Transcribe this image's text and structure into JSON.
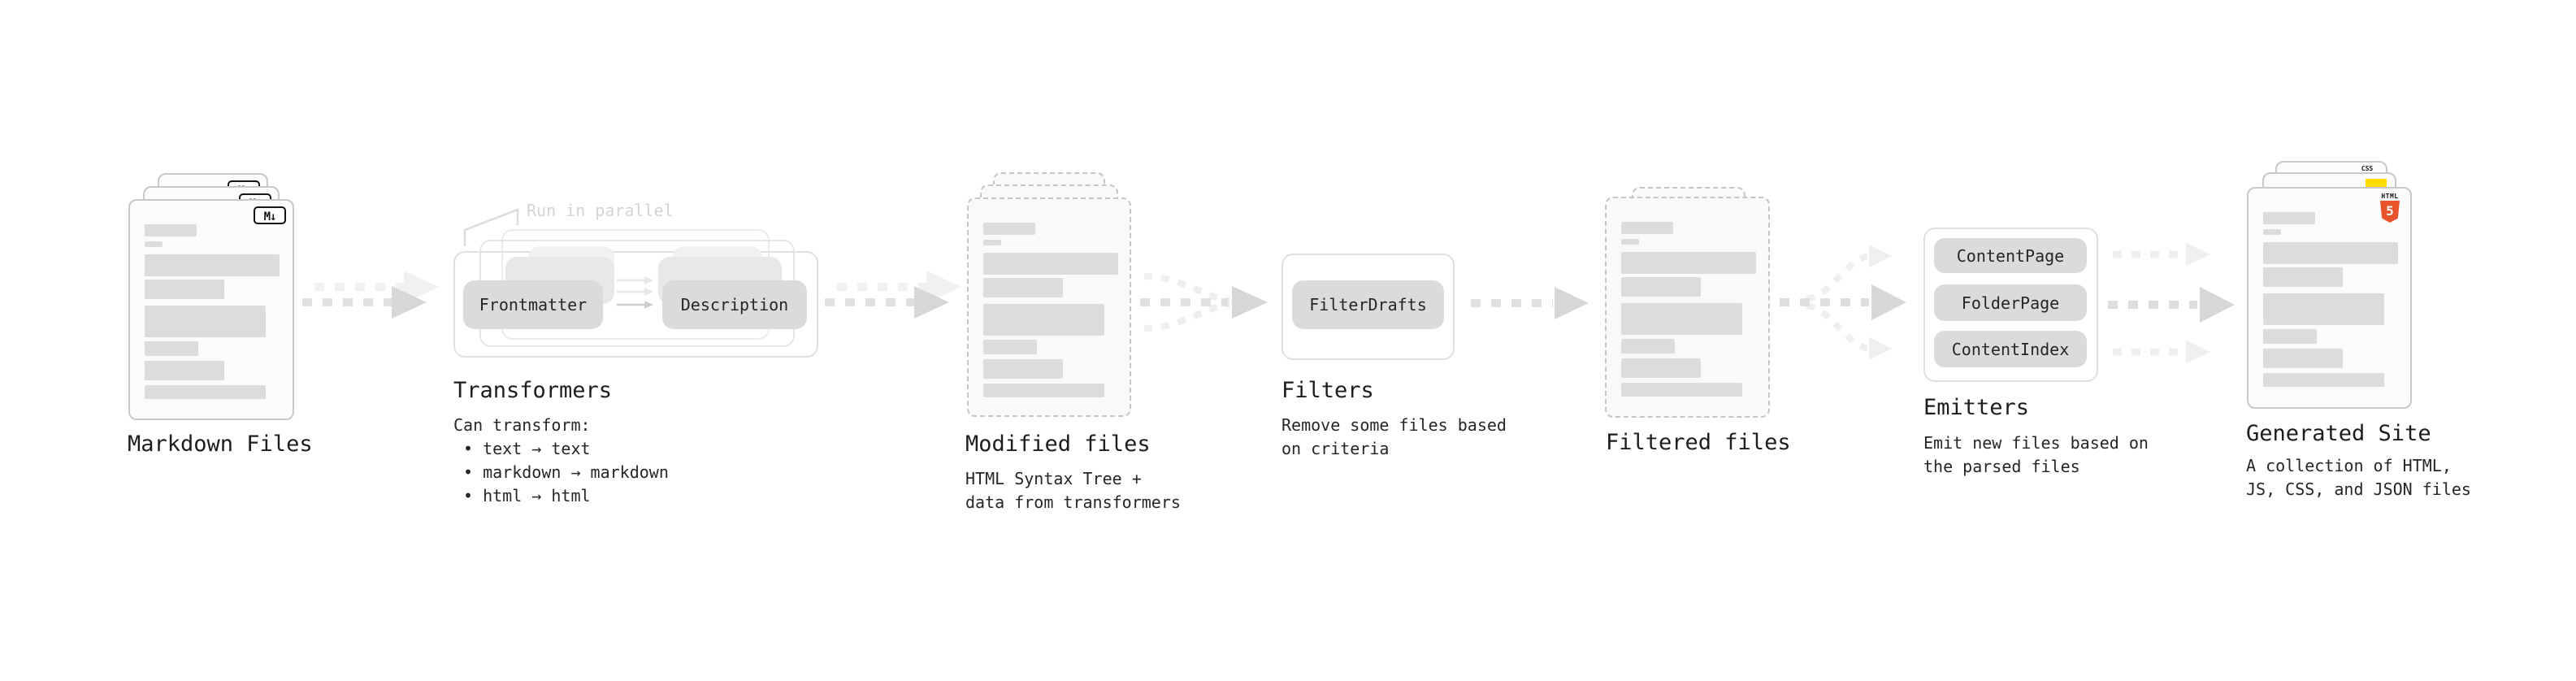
{
  "diagram": {
    "stages": {
      "markdown_files": {
        "title": "Markdown Files",
        "file_icon": "M↓"
      },
      "transformers": {
        "title": "Transformers",
        "parallel_note": "Run in parallel",
        "pill_left": "Frontmatter",
        "pill_right": "Description",
        "desc_heading": "Can transform:",
        "bullets": [
          "• text → text",
          "• markdown → markdown",
          "• html → html"
        ]
      },
      "modified_files": {
        "title": "Modified files",
        "desc_line1": "HTML Syntax Tree +",
        "desc_line2": "data from transformers"
      },
      "filters": {
        "title": "Filters",
        "pill": "FilterDrafts",
        "desc_line1": "Remove some files based",
        "desc_line2": "on criteria"
      },
      "filtered_files": {
        "title": "Filtered files"
      },
      "emitters": {
        "title": "Emitters",
        "pills": [
          "ContentPage",
          "FolderPage",
          "ContentIndex"
        ],
        "desc_line1": "Emit new files based on",
        "desc_line2": "the parsed files"
      },
      "generated_site": {
        "title": "Generated Site",
        "desc_line1": "A collection of HTML,",
        "desc_line2": "JS, CSS, and JSON files",
        "css_icon_label": "CSS",
        "html_icon_label": "HTML",
        "html_icon_number": "5"
      }
    },
    "colors": {
      "html5_orange": "#e8532a",
      "js_yellow": "#ffdd00",
      "css_blue": "#2f6df6"
    }
  }
}
